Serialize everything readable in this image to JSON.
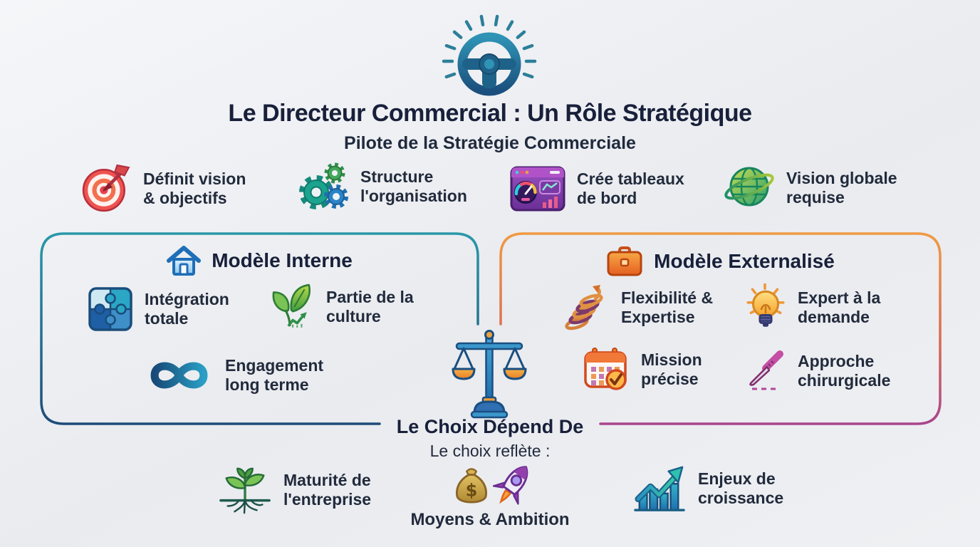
{
  "header": {
    "title": "Le Directeur Commercial : Un Rôle Stratégique",
    "subtitle": "Pilote de la Stratégie Commerciale"
  },
  "roles": [
    {
      "icon": "target-icon",
      "lines": [
        "Définit vision",
        "& objectifs"
      ]
    },
    {
      "icon": "gears-icon",
      "lines": [
        "Structure",
        "l'organisation"
      ]
    },
    {
      "icon": "dashboard-icon",
      "lines": [
        "Crée tableaux",
        "de bord"
      ]
    },
    {
      "icon": "globe-icon",
      "lines": [
        "Vision globale",
        "requise"
      ]
    }
  ],
  "internal_box": {
    "icon": "house-icon",
    "title": "Modèle Interne",
    "items": [
      {
        "icon": "puzzle-icon",
        "lines": [
          "Intégration",
          "totale"
        ]
      },
      {
        "icon": "leaf-growth-icon",
        "lines": [
          "Partie de la",
          "culture"
        ]
      },
      {
        "icon": "infinity-icon",
        "lines": [
          "Engagement",
          "long terme"
        ]
      }
    ]
  },
  "external_box": {
    "icon": "briefcase-icon",
    "title": "Modèle Externalisé",
    "items": [
      {
        "icon": "spring-icon",
        "lines": [
          "Flexibilité &",
          "Expertise"
        ]
      },
      {
        "icon": "lightbulb-icon",
        "lines": [
          "Expert à la",
          "demande"
        ]
      },
      {
        "icon": "calendar-check-icon",
        "lines": [
          "Mission",
          "précise"
        ]
      },
      {
        "icon": "scalpel-icon",
        "lines": [
          "Approche",
          "chirurgicale"
        ]
      }
    ]
  },
  "choice": {
    "icon": "balance-scale-icon",
    "title": "Le Choix Dépend De",
    "subtitle": "Le choix reflète :"
  },
  "factors": [
    {
      "icon": "sprout-icon",
      "lines": [
        "Maturité de",
        "l'entreprise"
      ]
    },
    {
      "icon": "moneybag-rocket-icon",
      "label": "Moyens & Ambition"
    },
    {
      "icon": "growth-chart-icon",
      "lines": [
        "Enjeux de",
        "croissance"
      ]
    }
  ],
  "colors": {
    "background": "#edeff2",
    "text": "#222b3c",
    "title": "#18203a",
    "internal_border_top": "#2b98a8",
    "internal_border_bottom": "#1d4a77",
    "external_border_top": "#f09a43",
    "external_border_bottom": "#a8438f"
  }
}
